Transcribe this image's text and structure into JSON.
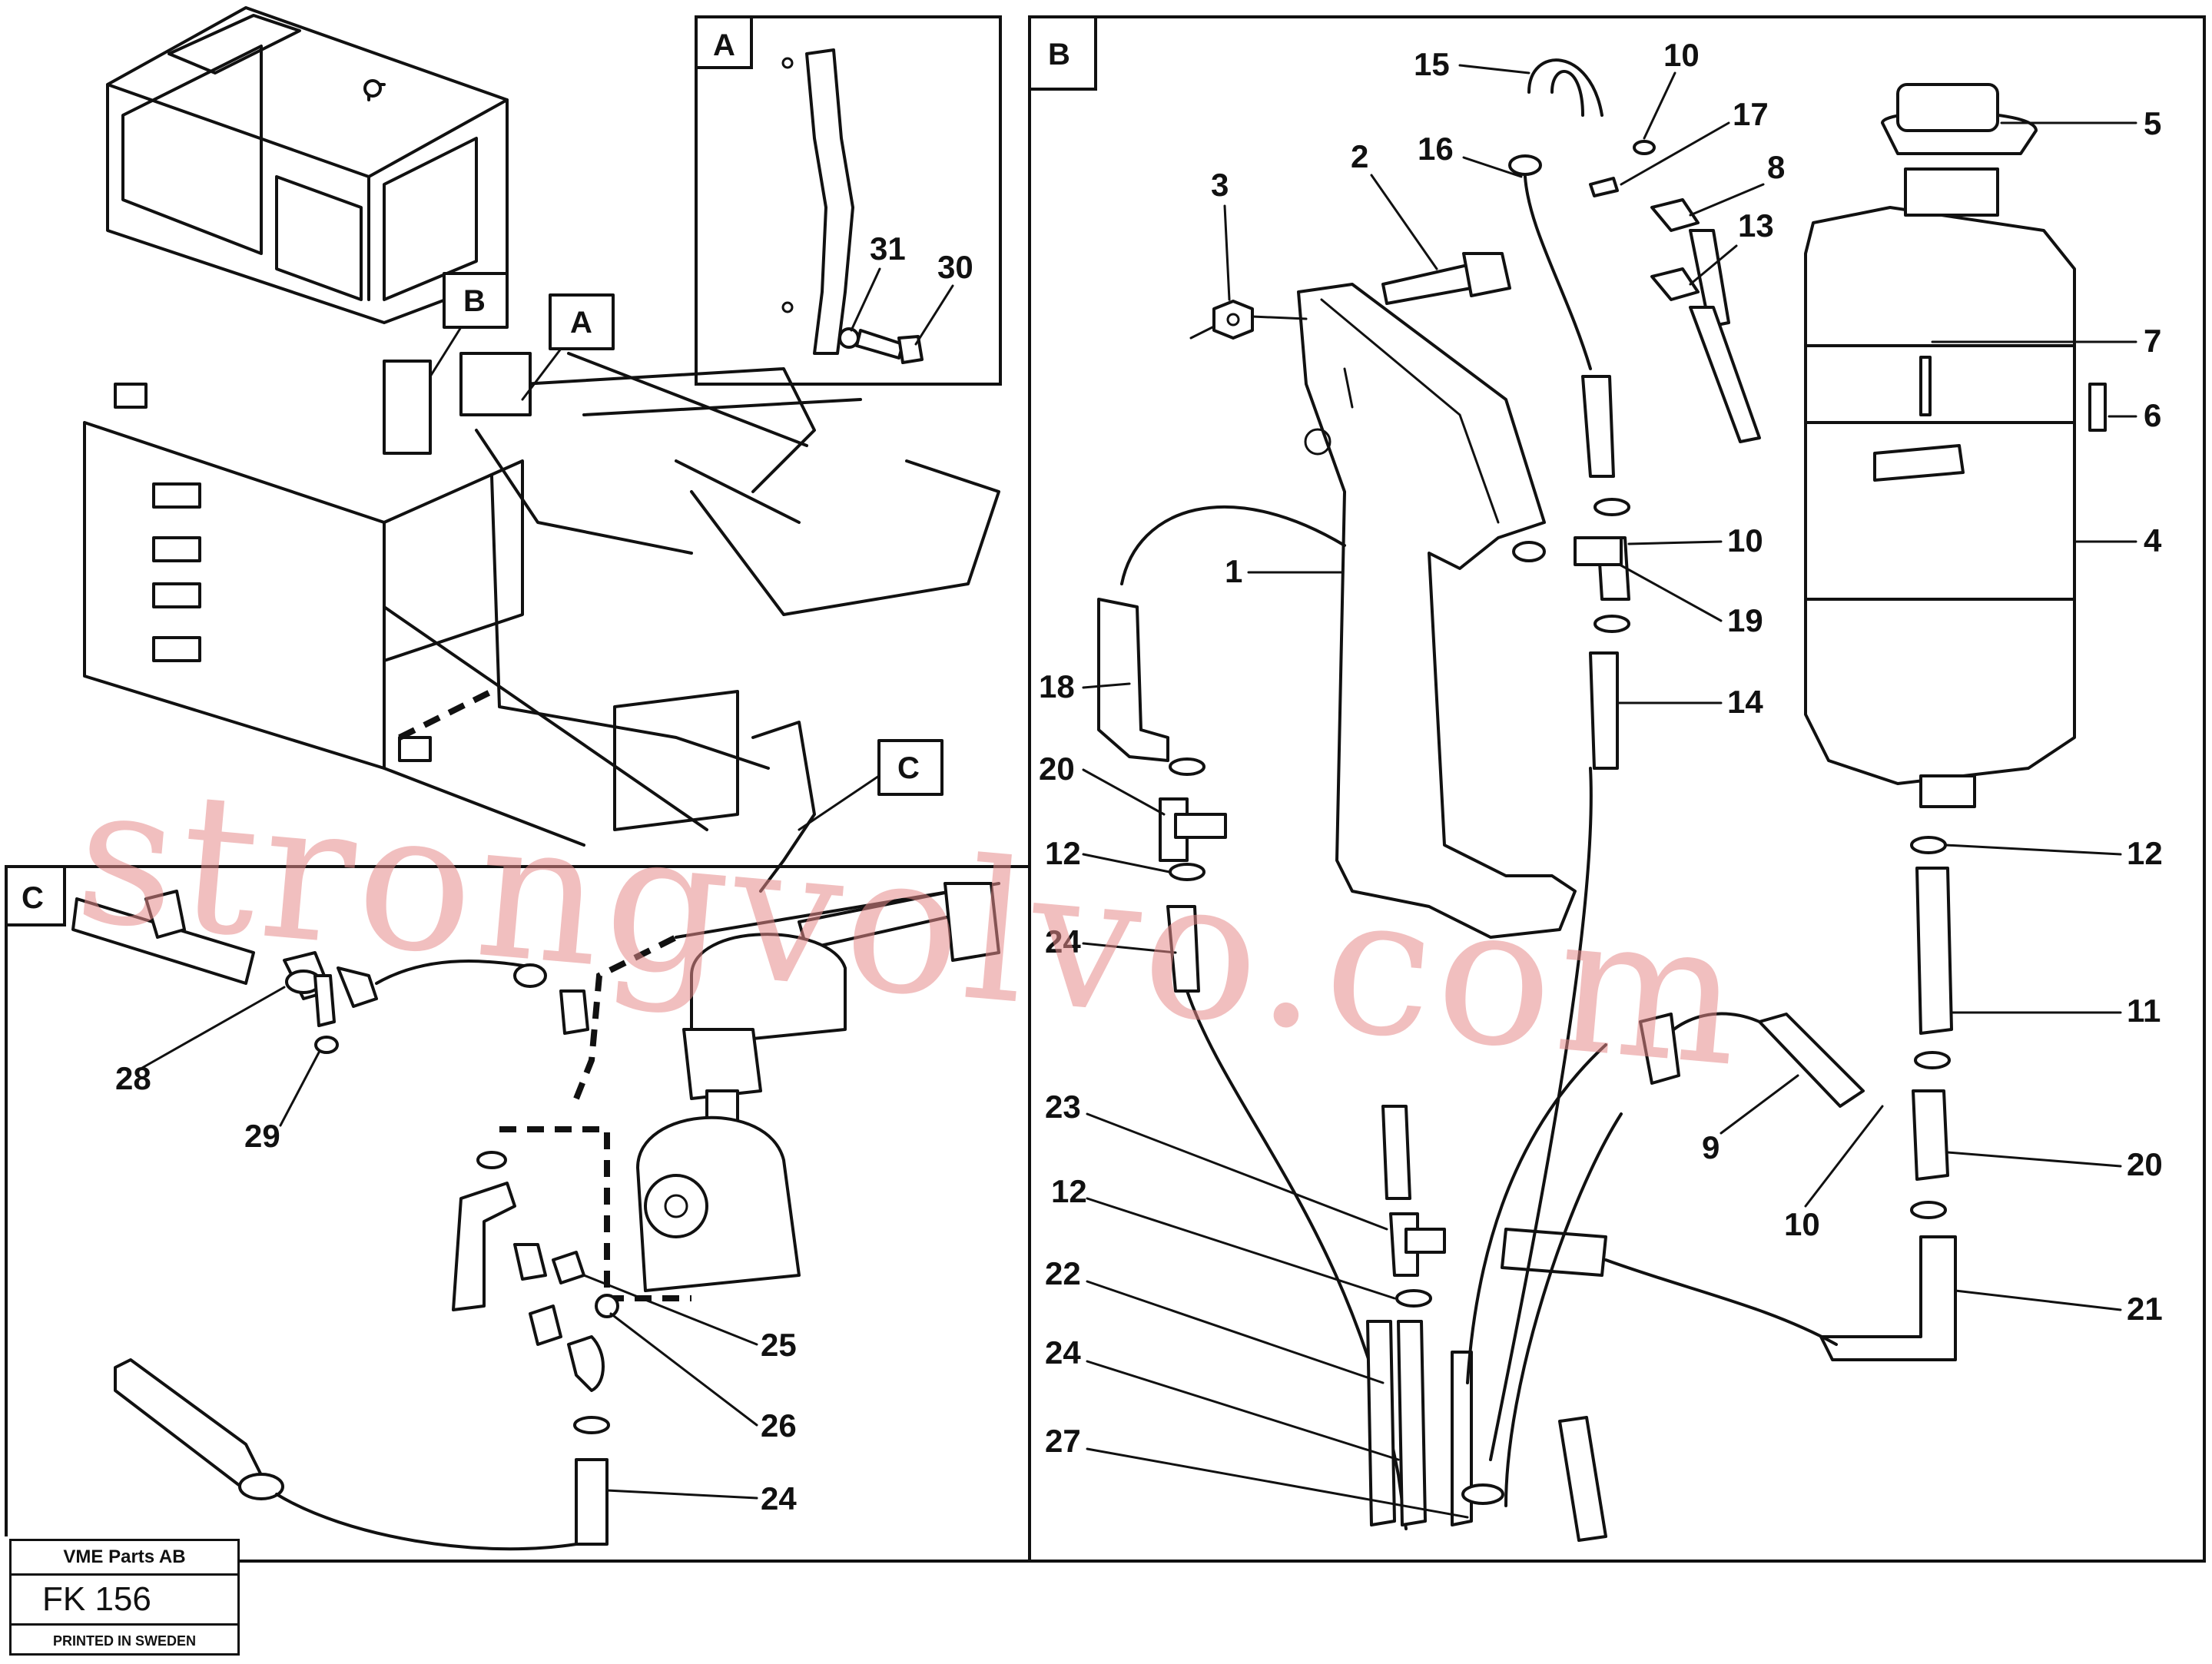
{
  "diagram": {
    "panels": {
      "a": "A",
      "b": "B",
      "c": "C"
    },
    "overview_markers": {
      "a": "A",
      "b": "B",
      "c": "C"
    },
    "callouts": {
      "n1": "1",
      "n2": "2",
      "n3": "3",
      "n4": "4",
      "n5": "5",
      "n6": "6",
      "n7": "7",
      "n8": "8",
      "n9": "9",
      "n10_top": "10",
      "n10_mid": "10",
      "n10_low": "10",
      "n11": "11",
      "n12_left": "12",
      "n12_right": "12",
      "n12_low": "12",
      "n13": "13",
      "n14": "14",
      "n15": "15",
      "n16": "16",
      "n17": "17",
      "n18": "18",
      "n19": "19",
      "n20_left": "20",
      "n20_right": "20",
      "n21": "21",
      "n22": "22",
      "n23": "23",
      "n24_b_upper": "24",
      "n24_b_lower": "24",
      "n24_c": "24",
      "n25": "25",
      "n26": "26",
      "n27": "27",
      "n28": "28",
      "n29": "29",
      "n30": "30",
      "n31": "31"
    }
  },
  "watermark": {
    "text": "strongvolvo.com",
    "color": "#e58a8a"
  },
  "title_block": {
    "company": "VME Parts AB",
    "drawing_number": "FK 156",
    "printed": "PRINTED IN SWEDEN"
  }
}
